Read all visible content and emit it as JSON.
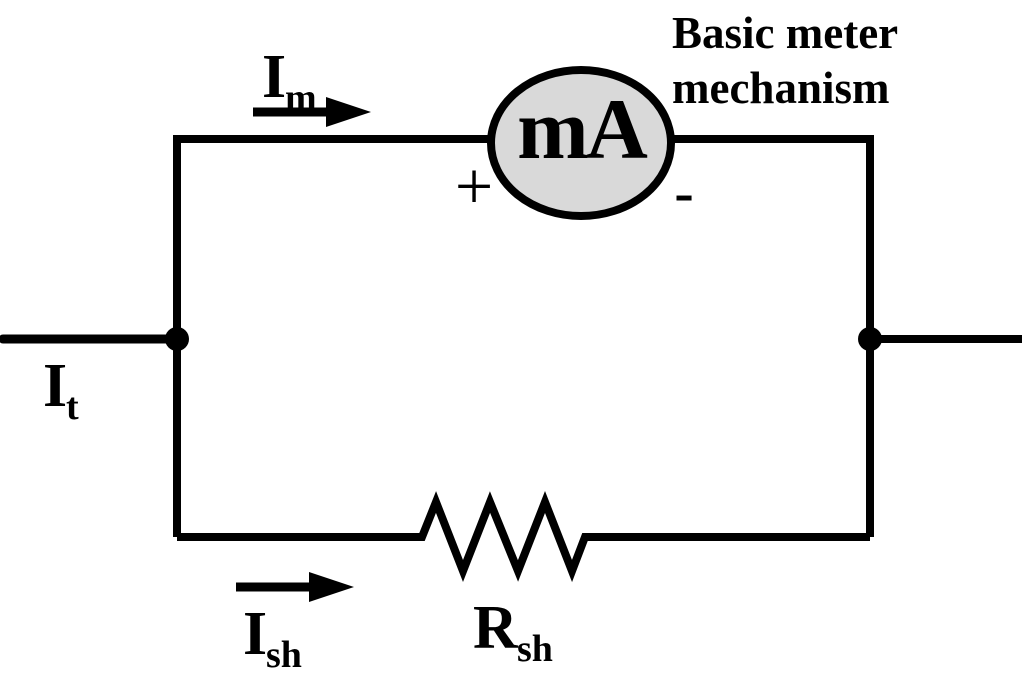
{
  "diagram": {
    "wire_color": "#000000",
    "annotation": {
      "line1": "Basic meter",
      "line2": "mechanism"
    },
    "meter": {
      "label": "mA",
      "fill": "#d9d9d9",
      "plus": "+",
      "minus": "-"
    },
    "labels": {
      "meter_current": {
        "main": "I",
        "sub": "m"
      },
      "total_current": {
        "main": "I",
        "sub": "t"
      },
      "shunt_current": {
        "main": "I",
        "sub": "sh"
      },
      "shunt_resistor": {
        "main": "R",
        "sub": "sh"
      }
    }
  }
}
